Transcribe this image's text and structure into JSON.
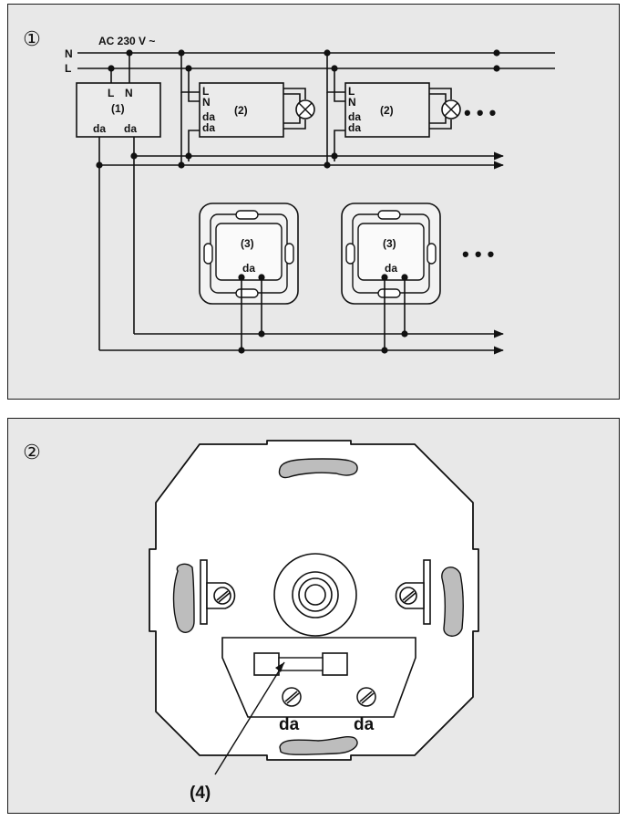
{
  "figure1": {
    "number": "①",
    "supply": "AC 230 V ~",
    "line_n": "N",
    "line_l": "L",
    "device1": {
      "id": "(1)",
      "l": "L",
      "n": "N",
      "da1": "da",
      "da2": "da"
    },
    "device2": {
      "id": "(2)",
      "l": "L",
      "n": "N",
      "da1": "da",
      "da2": "da"
    },
    "device3": {
      "id": "(3)",
      "da": "da"
    },
    "continuation": "• • •"
  },
  "figure2": {
    "number": "②",
    "terminal_left": "da",
    "terminal_right": "da",
    "callout": "(4)"
  }
}
